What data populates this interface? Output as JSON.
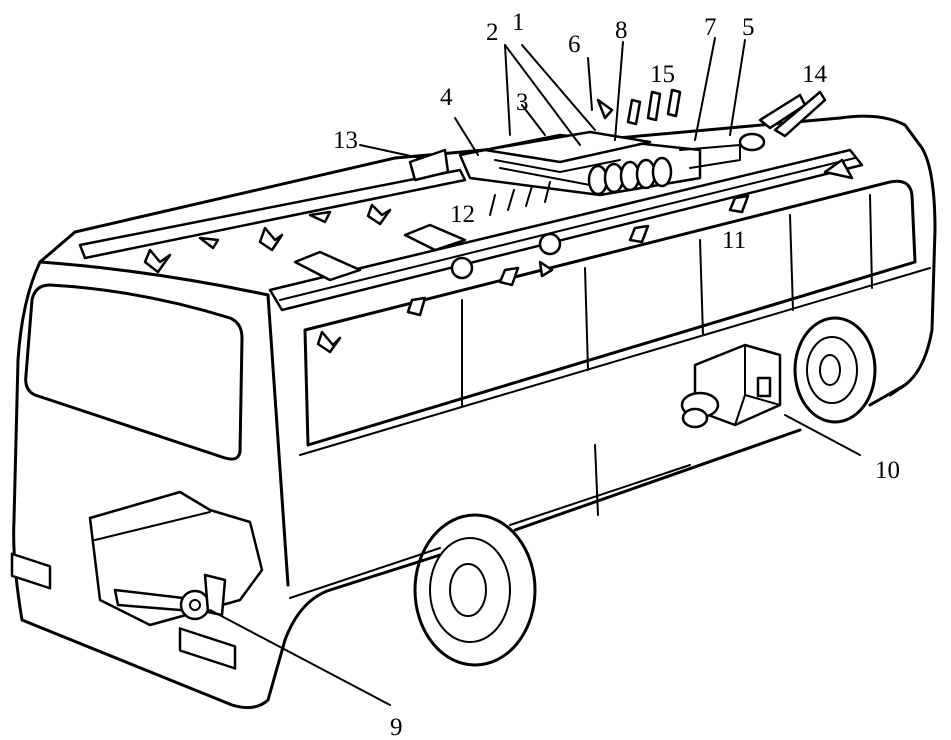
{
  "figure": {
    "labels": {
      "n1": "1",
      "n2": "2",
      "n3": "3",
      "n4": "4",
      "n5": "5",
      "n6": "6",
      "n7": "7",
      "n8": "8",
      "n9": "9",
      "n10": "10",
      "n11": "11",
      "n12": "12",
      "n13": "13",
      "n14": "14",
      "n15": "15"
    }
  }
}
